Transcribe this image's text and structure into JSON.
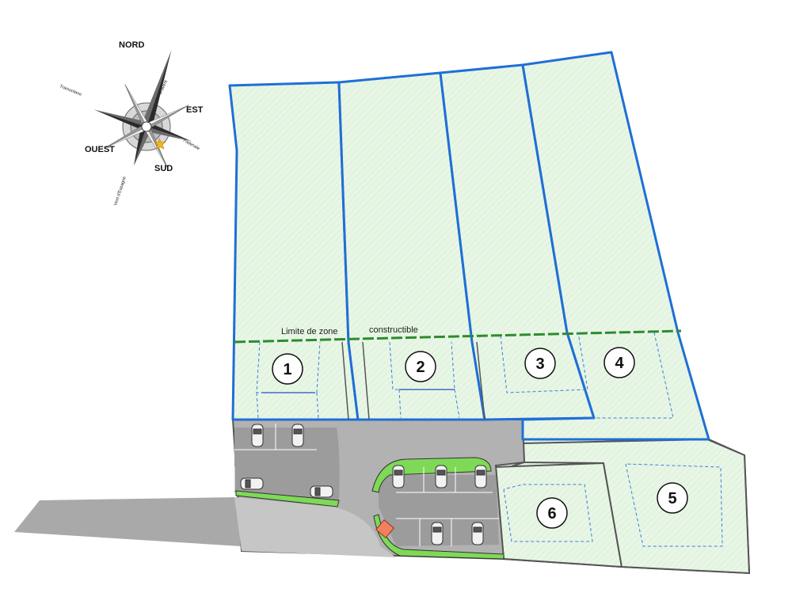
{
  "labels": {
    "zone_left": "Limite de zone",
    "zone_right": "constructible"
  },
  "compass": {
    "north": "NORD",
    "south": "SUD",
    "east": "EST",
    "west": "OUEST",
    "wind_nw": "Tramontane",
    "wind_ne": "Gravent",
    "wind_se": "Fadenale",
    "wind_sw": "Vent d'Espagne"
  },
  "lots": [
    {
      "number": "1"
    },
    {
      "number": "2"
    },
    {
      "number": "3"
    },
    {
      "number": "4"
    },
    {
      "number": "5"
    },
    {
      "number": "6"
    }
  ],
  "colors": {
    "parcel_fill": "#e8f6e6",
    "parcel_border_blue": "#1f6fd6",
    "parcel_border_grey": "#555555",
    "road": "#a8a8a8",
    "road_light": "#d0d0d0",
    "grass": "#7ed957",
    "zone_line": "#2e8b2e",
    "setback": "#3a7fd9"
  }
}
